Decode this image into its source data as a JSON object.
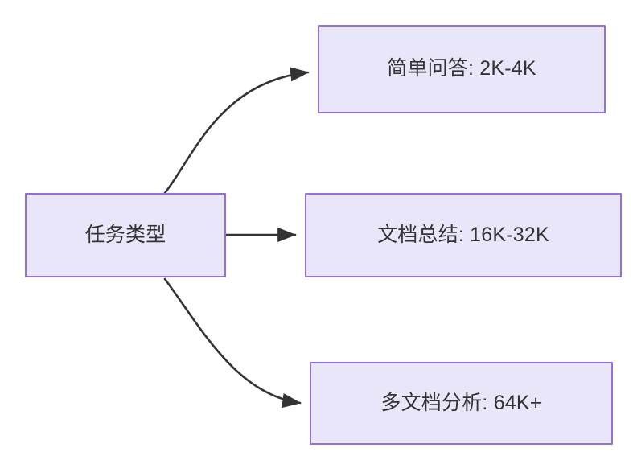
{
  "diagram": {
    "type": "flowchart",
    "direction": "left-to-right",
    "background_color": "#ffffff",
    "node_fill_color": "#eae6fa",
    "node_border_color": "#9370db",
    "node_text_color": "#333333",
    "edge_color": "#333333",
    "root": {
      "id": "task-type",
      "label": "任务类型"
    },
    "branches": [
      {
        "id": "simple-qa",
        "label": "简单问答: 2K-4K",
        "task": "简单问答",
        "context_length": "2K-4K",
        "edge_style": "curved-up"
      },
      {
        "id": "doc-summary",
        "label": "文档总结: 16K-32K",
        "task": "文档总结",
        "context_length": "16K-32K",
        "edge_style": "straight"
      },
      {
        "id": "multi-doc-analysis",
        "label": "多文档分析: 64K+",
        "task": "多文档分析",
        "context_length": "64K+",
        "edge_style": "curved-down"
      }
    ]
  }
}
